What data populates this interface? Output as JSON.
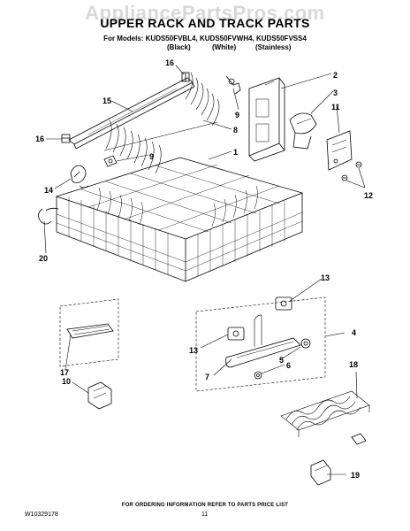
{
  "watermark": "AppliancePartsPros.com",
  "header": {
    "title": "UPPER RACK AND TRACK PARTS",
    "models": "For Models: KUDS50FVBL4, KUDS50FVWH4, KUDS50FVSS4",
    "variants": [
      "(Black)",
      "(White)",
      "(Stainless)"
    ]
  },
  "callouts": [
    "16",
    "15",
    "16",
    "14",
    "20",
    "9",
    "9",
    "8",
    "1",
    "2",
    "3",
    "11",
    "12",
    "13",
    "13",
    "4",
    "5",
    "6",
    "7",
    "17",
    "10",
    "18",
    "19"
  ],
  "footer": {
    "note": "FOR ORDERING INFORMATION REFER TO PARTS PRICE LIST",
    "doc_number": "W10329178",
    "page_number": "11"
  }
}
